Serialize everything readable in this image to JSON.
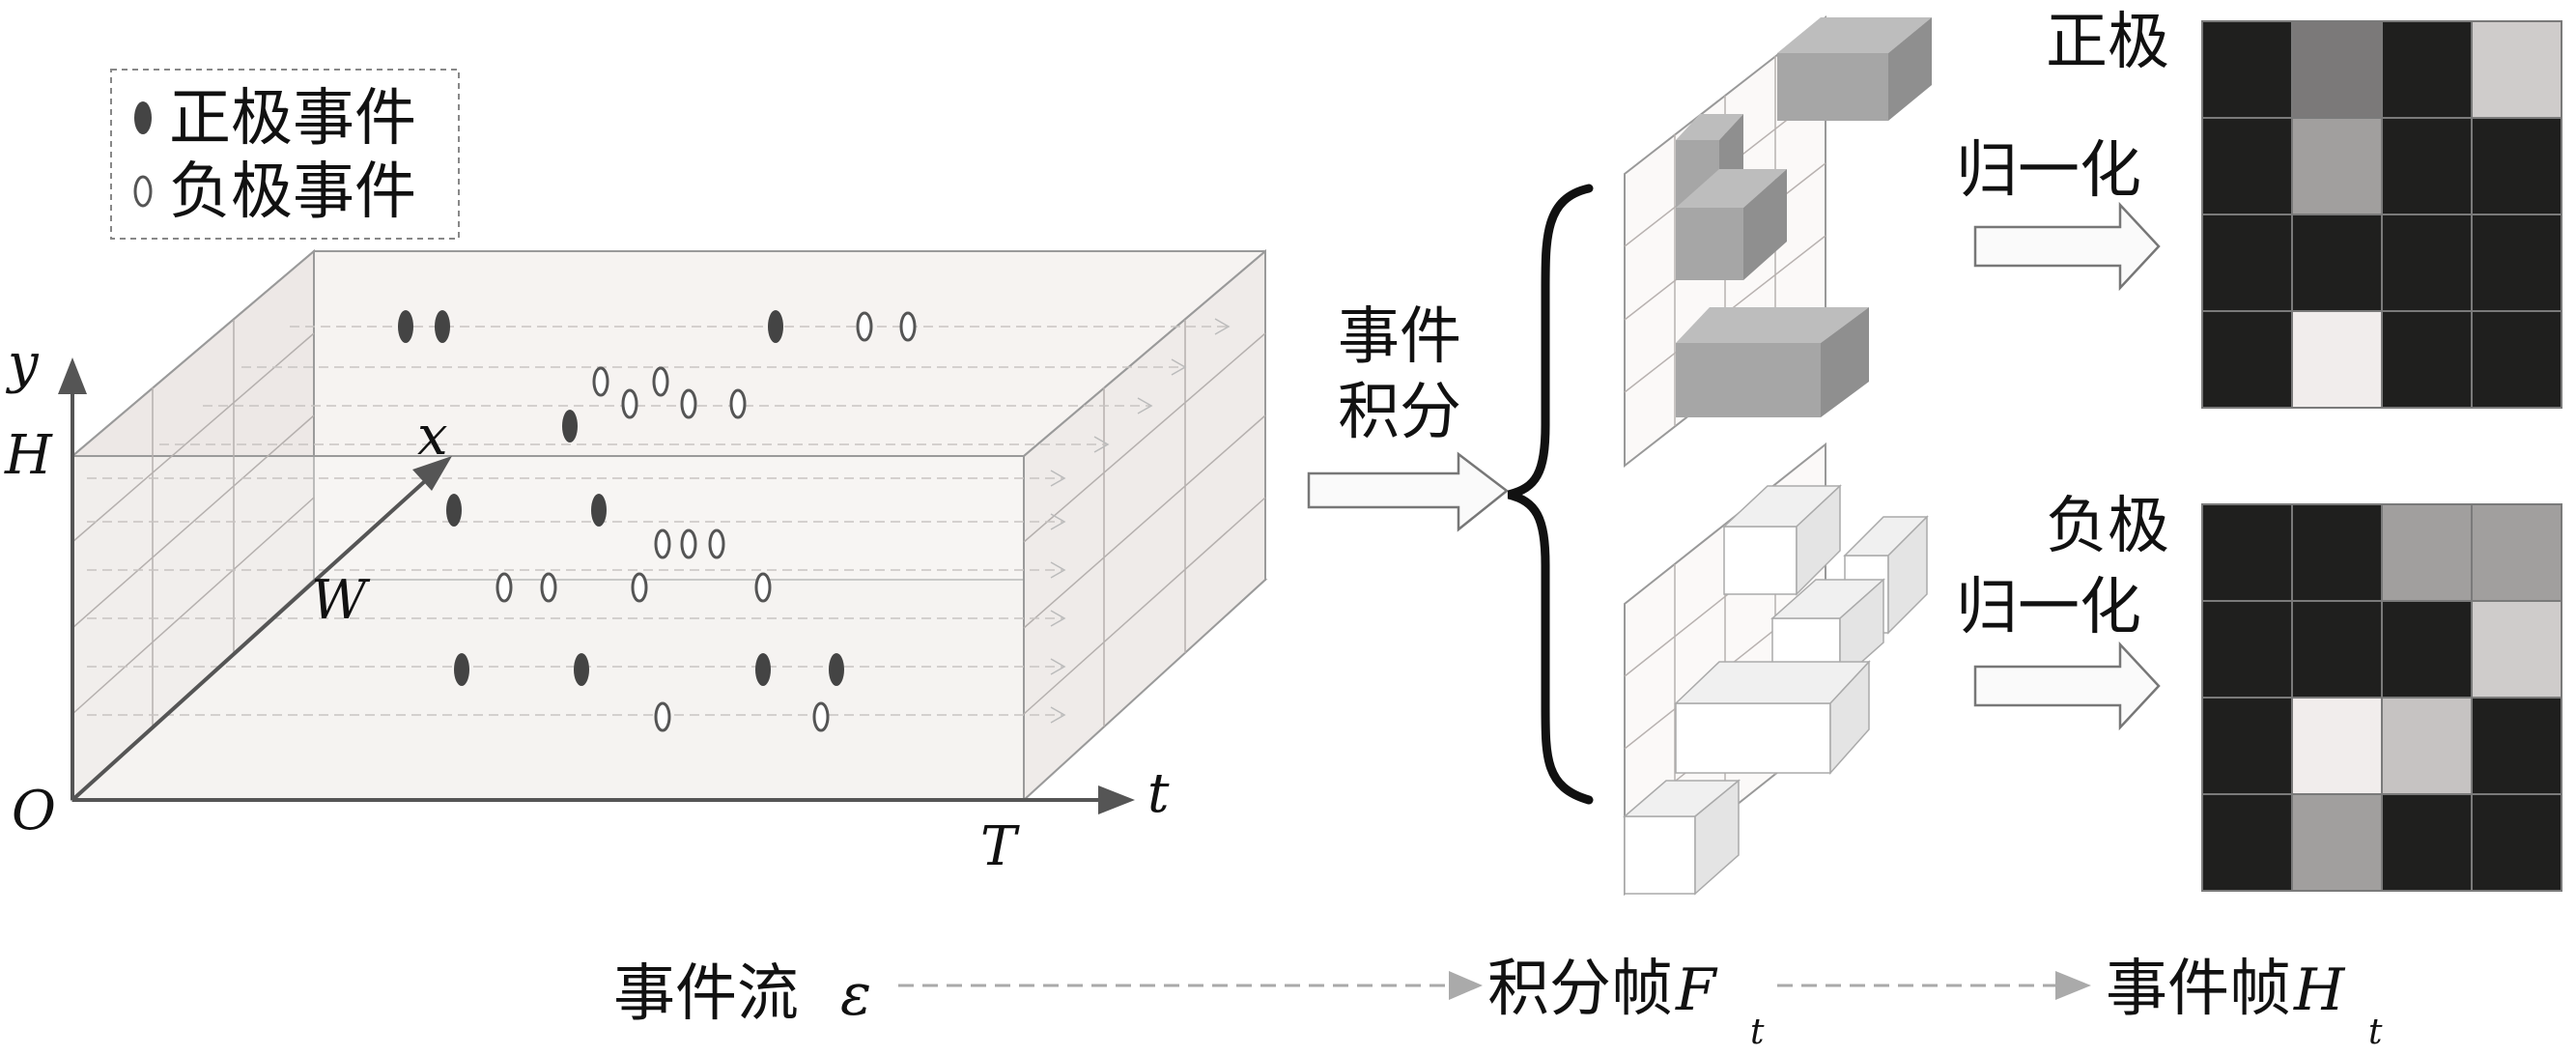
{
  "legend": {
    "positive": "正极事件",
    "negative": "负极事件"
  },
  "axes": {
    "y": "y",
    "H": "H",
    "x": "x",
    "W": "W",
    "O": "O",
    "t": "t",
    "T": "T"
  },
  "labels": {
    "integration_line1": "事件",
    "integration_line2": "积分",
    "pos_polarity": "正极",
    "pos_normalize": "归一化",
    "neg_polarity": "负极",
    "neg_normalize": "归一化"
  },
  "bottom": {
    "stream": "事件流",
    "stream_symbol": "ε",
    "integral_frame": "积分帧",
    "integral_symbol": "F",
    "integral_sub": "t",
    "event_frame": "事件帧",
    "event_symbol": "H",
    "event_sub": "t"
  },
  "colors": {
    "positive_event": "#444444",
    "negative_event": "#ffffff",
    "box_face": "#f4f1ef",
    "gray_block": "#a6a6a6",
    "white_block": "#ffffff",
    "dark_cell": "#141414"
  },
  "heatmaps": {
    "positive": [
      [
        0.05,
        0.45,
        0.05,
        0.82
      ],
      [
        0.05,
        0.62,
        0.05,
        0.05
      ],
      [
        0.05,
        0.05,
        0.05,
        0.05
      ],
      [
        0.05,
        0.97,
        0.05,
        0.05
      ]
    ],
    "negative": [
      [
        0.05,
        0.05,
        0.62,
        0.62
      ],
      [
        0.05,
        0.05,
        0.05,
        0.82
      ],
      [
        0.05,
        0.97,
        0.78,
        0.05
      ],
      [
        0.05,
        0.62,
        0.05,
        0.05
      ]
    ]
  }
}
